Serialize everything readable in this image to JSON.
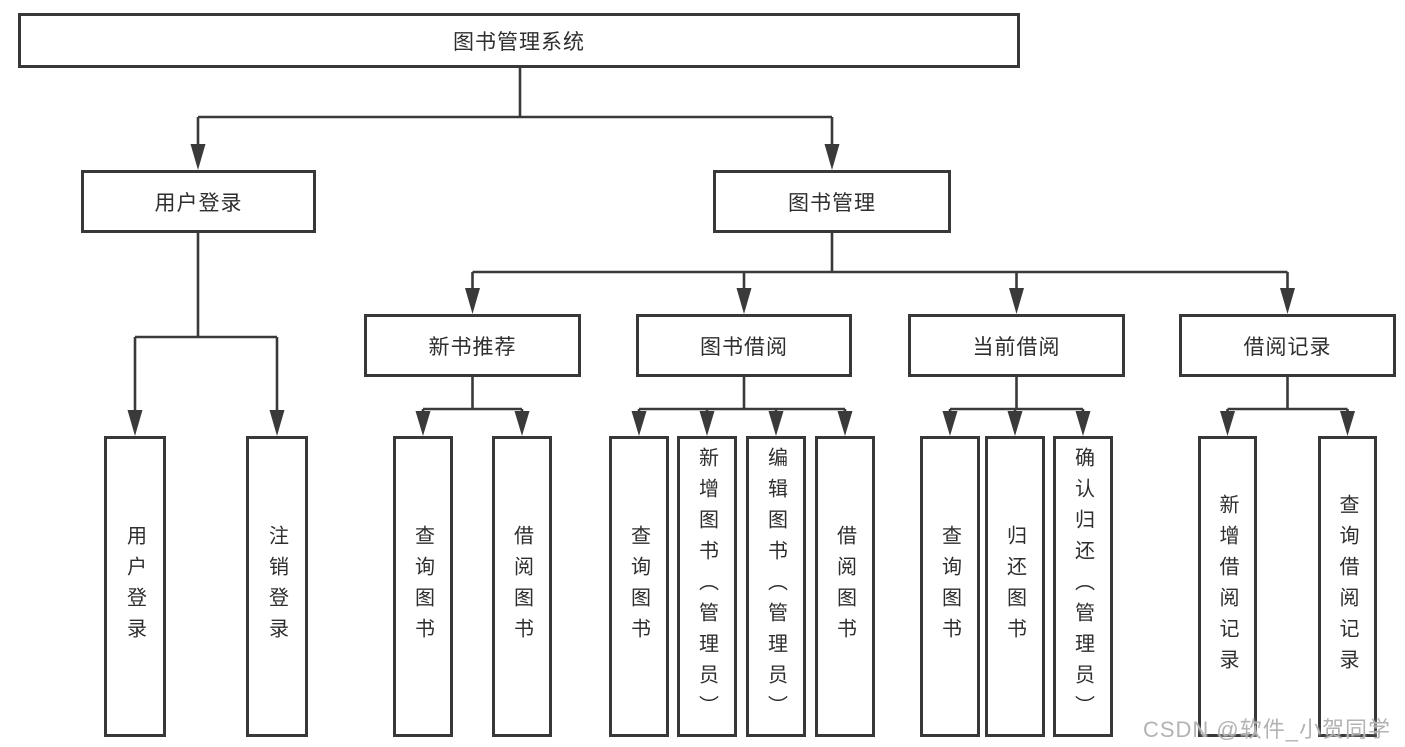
{
  "tree": {
    "root": {
      "label": "图书管理系统"
    },
    "level2": [
      {
        "label": "用户登录",
        "children": [
          "用户登录",
          "注销登录"
        ]
      },
      {
        "label": "图书管理",
        "groups": [
          {
            "label": "新书推荐",
            "children": [
              "查询图书",
              "借阅图书"
            ]
          },
          {
            "label": "图书借阅",
            "children": [
              "查询图书",
              "新增图书（管理员）",
              "编辑图书（管理员）",
              "借阅图书"
            ]
          },
          {
            "label": "当前借阅",
            "children": [
              "查询图书",
              "归还图书",
              "确认归还（管理员）"
            ]
          },
          {
            "label": "借阅记录",
            "children": [
              "新增借阅记录",
              "查询借阅记录"
            ]
          }
        ]
      }
    ]
  },
  "watermark": {
    "text": "CSDN @软件_小贺同学"
  },
  "colors": {
    "background": "#ffffff",
    "line": "#3a3a3a",
    "box_border": "#383838",
    "text": "#2e2e2e",
    "watermark": "#b3b3b3"
  }
}
